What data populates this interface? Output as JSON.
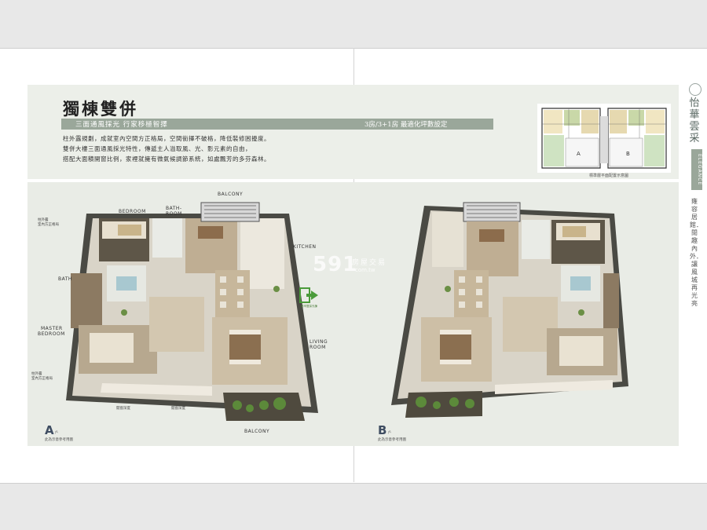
{
  "header": {
    "title": "獨棟雙併",
    "subtitle_left": "三面通風採光 行家移極智擇",
    "subtitle_right": "3房/3+1房 最適化坪數設定",
    "description": [
      "柱外露規劃，成就室內空間方正格局，空間銜擇不破格，降低裝修困擾度。",
      "雙併大樓三面通風採光特性，傳遞主人溢取風、光、影元素的自由，",
      "搭配大面積開窗比例，家裡就擁有微氣候調節系統，如處飄芳的多芬森林。"
    ]
  },
  "keyplan": {
    "unit_a": "A",
    "unit_b": "B",
    "caption": "標準層平面配置示意圖"
  },
  "brand": {
    "name": "怡華雲采",
    "english": "ELEGANCE",
    "slogan": "雍容居館．閒趣內外．讓風城再光亮"
  },
  "plan_a": {
    "badge": "A",
    "badge_suffix": "戶",
    "badge_note": "此為示意參考用圖",
    "labels": {
      "balcony_top": "BALCONY",
      "bedroom": "BEDROOM",
      "bathroom_line1": "BATH-",
      "bathroom_line2": "ROOM",
      "kitchen": "KITCHEN",
      "bath": "BATH",
      "master_line1": "MASTER",
      "master_line2": "BEDROOM",
      "living_line1": "LIVING",
      "living_line2": "ROOM",
      "balcony_bottom": "BALCONY",
      "column_note_top_1": "柱外露",
      "column_note_top_2": "室內方正格局",
      "column_note_bottom_1": "柱外露",
      "column_note_bottom_2": "室內方正格局",
      "window_deep_1": "開窗深度",
      "window_deep_2": "開窗深度",
      "entry": "都市雙採光棟"
    }
  },
  "plan_b": {
    "badge": "B",
    "badge_suffix": "戶",
    "badge_note": "此為示意參考用圖"
  },
  "watermark": {
    "number": "591",
    "zh": "房屋交易",
    "domain": "com.tw"
  },
  "colors": {
    "panel": "#e9ece6",
    "header_panel": "#ecefe9",
    "accent_bar": "#9aa79a",
    "brand_text": "#5a6863",
    "entry_green": "#4a9b3a"
  }
}
